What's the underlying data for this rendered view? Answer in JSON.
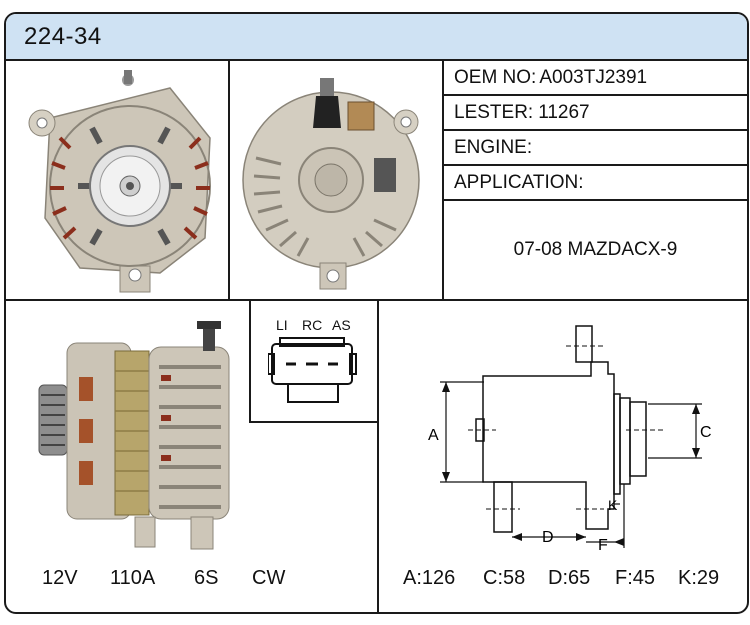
{
  "header": {
    "title": "224-34"
  },
  "info": {
    "oem_label": "OEM NO:",
    "oem_value": "A003TJ2391",
    "lester_label": "LESTER:",
    "lester_value": "11267",
    "engine_label": "ENGINE:",
    "engine_value": "",
    "application_label": "APPLICATION:",
    "application_value": "07-08 MAZDACX-9"
  },
  "connector": {
    "pins": [
      "LI",
      "RC",
      "AS"
    ]
  },
  "specs": {
    "voltage": "12V",
    "amperage": "110A",
    "pulley": "6S",
    "rotation": "CW"
  },
  "drawing_labels": {
    "a": "A",
    "c": "C",
    "d": "D",
    "f": "F",
    "k": "K"
  },
  "dimensions": {
    "a": "A:126",
    "c": "C:58",
    "d": "D:65",
    "f": "F:45",
    "k": "K:29"
  },
  "colors": {
    "header_bg": "#cfe2f3",
    "border": "#1a1a1a",
    "housing": "#cfc8ba",
    "winding": "#b5652f"
  }
}
